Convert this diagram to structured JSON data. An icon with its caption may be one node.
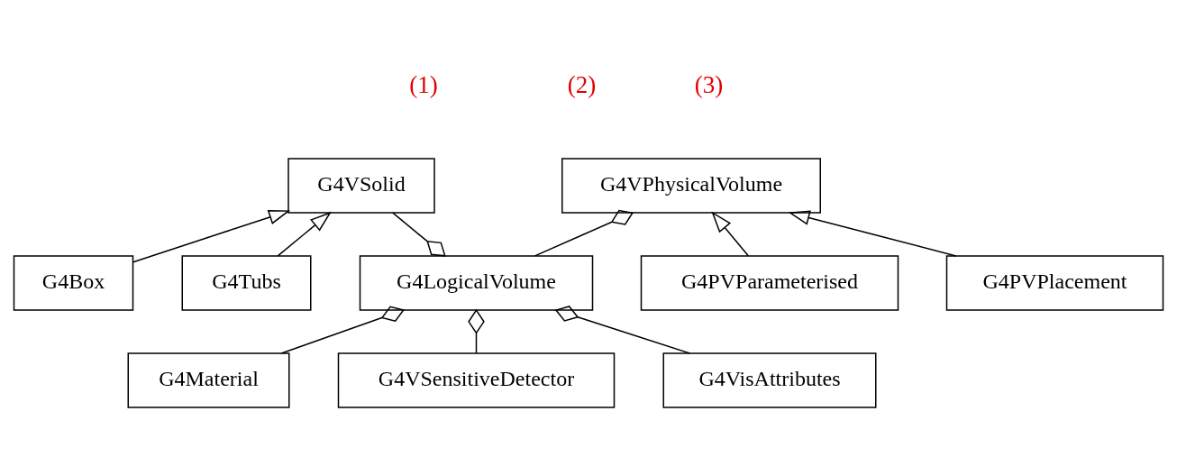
{
  "diagram": {
    "nodes": [
      {
        "text": [
          "G4VSolid"
        ]
      },
      {
        "text": [
          "G4LogicalVolume"
        ]
      },
      {
        "text": [
          "G4VPhysicalVolume"
        ]
      },
      {
        "text": [
          "G4Box"
        ]
      },
      {
        "text": [
          "G4Tubs"
        ]
      },
      {
        "text": [
          "G4Material"
        ]
      },
      {
        "text": [
          "G4VSensitiveDetector"
        ]
      },
      {
        "text": [
          "G4VisAttributes"
        ]
      },
      {
        "text": [
          "G4PVPlacement"
        ]
      },
      {
        "text": [
          "G4PVParameterised"
        ]
      }
    ],
    "edges": [
      {
        "from": 0,
        "to": 1,
        "arrow": "other"
      },
      {
        "from": 1,
        "to": 2,
        "arrow": "other"
      },
      {
        "from": 3,
        "to": 0,
        "arrow": "to"
      },
      {
        "from": 4,
        "to": 0,
        "arrow": "to"
      },
      {
        "from": 5,
        "to": 1,
        "arrow": "other"
      },
      {
        "from": 6,
        "to": 1,
        "arrow": "other"
      },
      {
        "from": 7,
        "to": 1,
        "arrow": "other"
      },
      {
        "from": 8,
        "to": 2,
        "arrow": "to"
      },
      {
        "from": 9,
        "to": 2,
        "arrow": "to"
      }
    ],
    "labels": [
      "(1)",
      "(2)",
      "(3)"
    ]
  }
}
